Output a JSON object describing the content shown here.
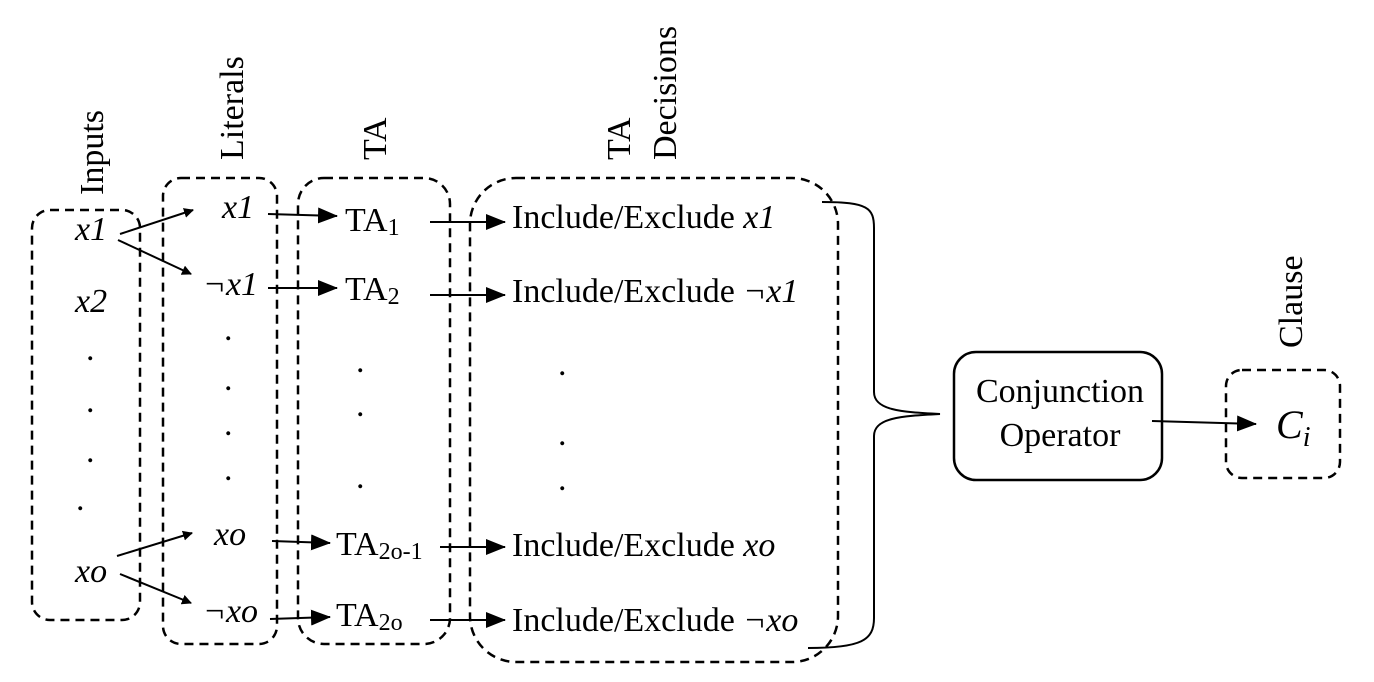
{
  "headers": {
    "inputs": "Inputs",
    "literals": "Literals",
    "ta": "TA",
    "ta_decisions_1": "TA",
    "ta_decisions_2": "Decisions",
    "clause": "Clause"
  },
  "inputs": {
    "x1": "x1",
    "x2": "x2",
    "xo": "xo",
    "dots": "."
  },
  "literals": {
    "x1": "x1",
    "not_x1": "¬x1",
    "xo": "xo",
    "not_xo": "¬xo",
    "dots": "."
  },
  "automata": {
    "ta1_base": "TA",
    "ta1_sub": "1",
    "ta2_base": "TA",
    "ta2_sub": "2",
    "ta2o1_base": "TA",
    "ta2o1_sub": "2o-1",
    "ta2o_base": "TA",
    "ta2o_sub": "2o",
    "dots": "."
  },
  "decisions": {
    "prefix": "Include/Exclude",
    "x1": "x1",
    "not_x1": "¬x1",
    "xo": "xo",
    "not_xo": "¬xo",
    "dots": "."
  },
  "operator": {
    "line1": "Conjunction",
    "line2": "Operator"
  },
  "clause": {
    "base": "C",
    "sub": "i"
  }
}
